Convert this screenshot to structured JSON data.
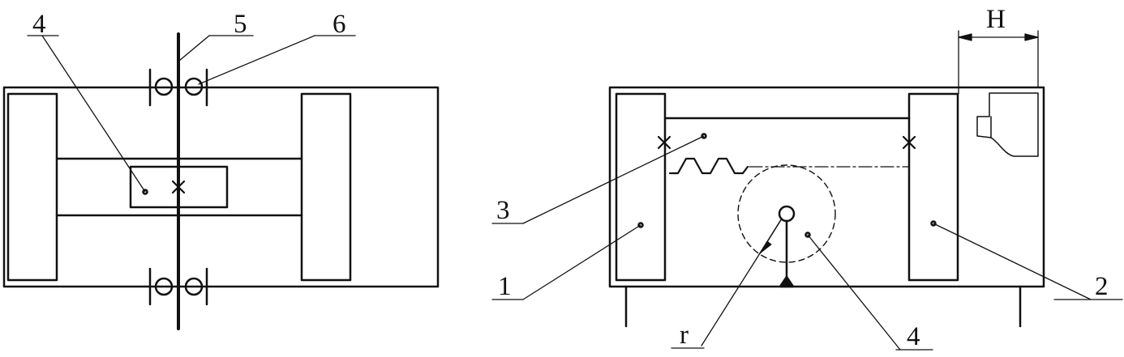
{
  "left_view": {
    "labels": {
      "part_4": "4",
      "part_5": "5",
      "part_6": "6"
    }
  },
  "right_view": {
    "labels": {
      "part_1": "1",
      "part_2": "2",
      "part_3": "3",
      "part_4": "4",
      "radius": "r",
      "dimension": "H"
    }
  },
  "colors": {
    "stroke": "#111111",
    "background": "#ffffff"
  }
}
